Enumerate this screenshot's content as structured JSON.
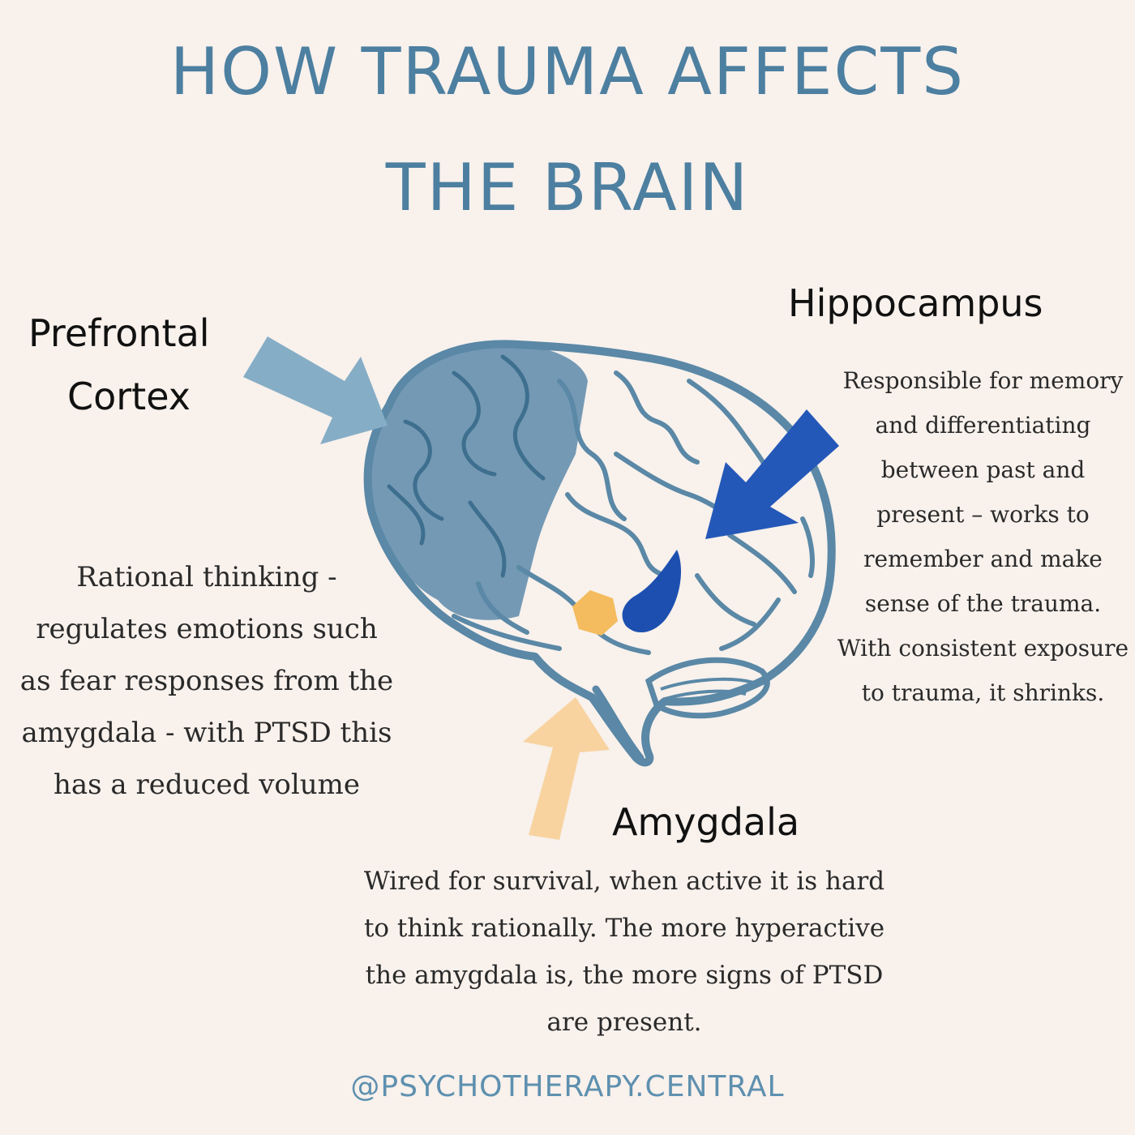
{
  "title": {
    "line1": "HOW TRAUMA AFFECTS",
    "line2": "THE BRAIN"
  },
  "regions": {
    "prefrontal": {
      "label_line1": "Prefrontal",
      "label_line2": "Cortex",
      "description": "Rational thinking - regulates emotions such as fear responses from the amygdala - with PTSD this has a reduced volume",
      "arrow_color": "#86adc6"
    },
    "hippocampus": {
      "label": "Hippocampus",
      "description": "Responsible for memory and differentiating between past and present – works to remember and make sense of the trauma. With consistent exposure to trauma, it shrinks.",
      "arrow_color": "#2458b8",
      "highlight_color": "#1c4fb0"
    },
    "amygdala": {
      "label": "Amygdala",
      "description": "Wired for survival, when active it is hard to think rationally. The more hyperactive the amygdala is, the more signs of PTSD are present.",
      "arrow_color": "#f8d3a0",
      "highlight_color": "#f4bc5e"
    }
  },
  "footer": {
    "handle": "@PSYCHOTHERAPY.CENTRAL"
  },
  "colors": {
    "background": "#f8f1ec",
    "title": "#4c7fa0",
    "brain_outline": "#5a88a6"
  },
  "icons": {
    "brain": "brain-illustration"
  }
}
